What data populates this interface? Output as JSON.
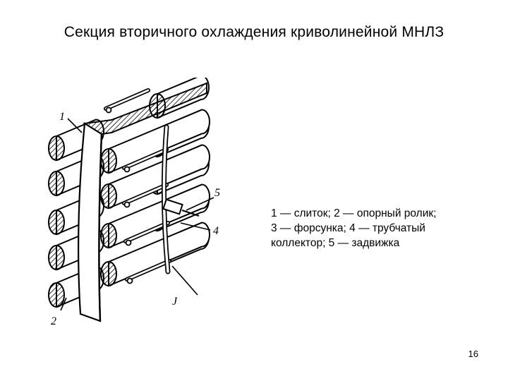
{
  "slide": {
    "title": "Секция вторичного охлаждения криволинейной МНЛЗ",
    "caption_lines": [
      "1 — слиток; 2 — опорный ролик;",
      "3 — форсунка; 4 — трубчатый",
      "коллектор; 5 — задвижка"
    ],
    "page_number": "16"
  },
  "figure": {
    "labels": {
      "ingot": "1",
      "roller": "2",
      "nozzle": "J",
      "collector": "4",
      "valve": "5"
    }
  }
}
